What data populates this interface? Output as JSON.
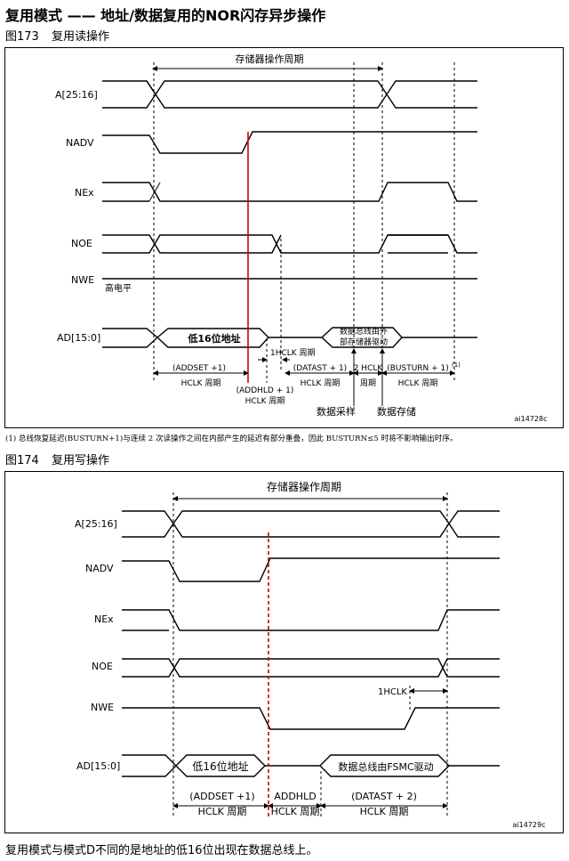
{
  "heading": "复用模式 —— 地址/数据复用的NOR闪存异步操作",
  "figure1": {
    "number": "图173",
    "title": "复用读操作",
    "cycle_label": "存储器操作周期",
    "signals": [
      "A[25:16]",
      "NADV",
      "NEx",
      "NOE",
      "NWE",
      "AD[15:0]"
    ],
    "nwe_level": "高电平",
    "address_label": "低16位地址",
    "data_label_1": "数据总线由外",
    "data_label_2": "部存储器驱动",
    "hclk_note": "1HCLK 周期",
    "addset_label": "(ADDSET +1)",
    "addset_unit": "HCLK 周期",
    "addhld_label": "(ADDHLD + 1)",
    "addhld_unit": "HCLK 周期",
    "datast_label": "(DATAST + 1)",
    "datast_unit": "HCLK 周期",
    "twohclk_label": "2 HCLK",
    "twohclk_unit": "周期",
    "busturn_label": "(BUSTURN + 1)",
    "busturn_note": "(1)",
    "busturn_unit": "HCLK 周期",
    "sample_label": "数据采样",
    "store_label": "数据存储",
    "id_label": "ai14728c"
  },
  "footnote": "(1) 总线恢复延迟(BUSTURN+1)与连续 2 次读操作之间在内部产生的延迟有部分重叠，因此 BUSTURN≤5 时将不影响输出时序。",
  "figure2": {
    "number": "图174",
    "title": "复用写操作",
    "cycle_label": "存储器操作周期",
    "signals": [
      "A[25:16]",
      "NADV",
      "NEx",
      "NOE",
      "NWE",
      "AD[15:0]"
    ],
    "address_label": "低16位地址",
    "data_label": "数据总线由FSMC驱动",
    "hclk_note": "1HCLK",
    "addset_label": "(ADDSET +1)",
    "addset_unit": "HCLK 周期",
    "addhld_label": "ADDHLD",
    "addhld_unit": "HCLK 周期",
    "datast_label": "(DATAST + 2)",
    "datast_unit": "HCLK 周期",
    "id_label": "ai14729c"
  },
  "bottom_text": "复用模式与模式D不同的是地址的低16位出现在数据总线上。"
}
